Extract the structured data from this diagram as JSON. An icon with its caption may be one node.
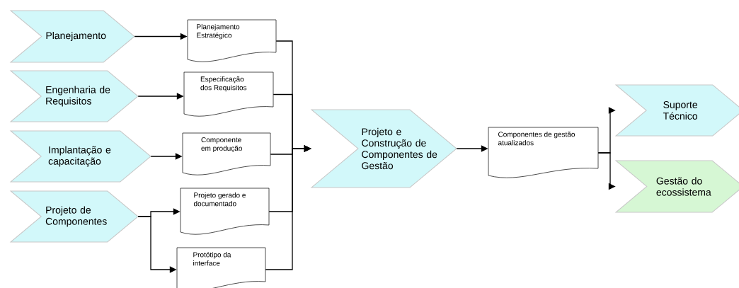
{
  "diagram": {
    "nodes": [
      {
        "text": [
          "Planejamento"
        ]
      },
      {
        "text": [
          "Engenharia de Requisitos"
        ]
      },
      {
        "text": [
          "Implantação e capacitação"
        ]
      },
      {
        "text": [
          "Projeto de Componentes"
        ]
      },
      {
        "text": [
          "Planejamento Estratégico"
        ]
      },
      {
        "text": [
          "Especificação dos Requisitos"
        ]
      },
      {
        "text": [
          "Componente em produção"
        ]
      },
      {
        "text": [
          "Projeto gerado e documentado"
        ]
      },
      {
        "text": [
          "Protótipo da interface"
        ]
      },
      {
        "text": [
          "Projeto e Construção de Componentes de Gestão"
        ]
      },
      {
        "text": [
          "Componentes de gestão atualizados"
        ]
      },
      {
        "text": [
          "Suporte Técnico"
        ]
      },
      {
        "text": [
          "Gestão do ecossistema"
        ]
      }
    ],
    "edges": [
      {
        "from": 0,
        "to": 4,
        "arrow": "to"
      },
      {
        "from": 1,
        "to": 5,
        "arrow": "to"
      },
      {
        "from": 2,
        "to": 6,
        "arrow": "to"
      },
      {
        "from": 3,
        "to": 7,
        "arrow": "to"
      },
      {
        "from": 3,
        "to": 8,
        "arrow": "to"
      },
      {
        "from": 4,
        "to": 9,
        "arrow": "to"
      },
      {
        "from": 5,
        "to": 9,
        "arrow": "to"
      },
      {
        "from": 6,
        "to": 9,
        "arrow": "to"
      },
      {
        "from": 7,
        "to": 9,
        "arrow": "to"
      },
      {
        "from": 8,
        "to": 9,
        "arrow": "to"
      },
      {
        "from": 9,
        "to": 10,
        "arrow": "to"
      },
      {
        "from": 10,
        "to": 11,
        "arrow": "to"
      },
      {
        "from": 10,
        "to": 12,
        "arrow": "to"
      }
    ]
  }
}
